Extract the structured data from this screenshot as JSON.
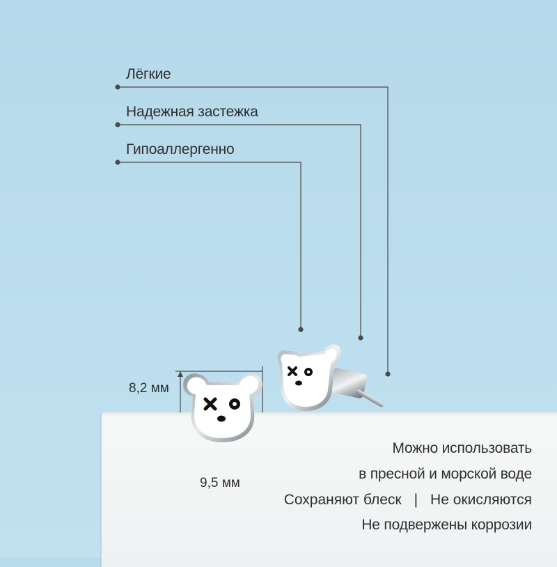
{
  "callouts": {
    "light": "Лёгкие",
    "clasp": "Надежная застежка",
    "hypo": "Гипоаллергенно"
  },
  "dimensions": {
    "height": "8,2 мм",
    "width": "9,5 мм"
  },
  "features": {
    "line1": "Можно использовать",
    "line2": "в пресной и морской воде",
    "shine": "Сохраняют блеск",
    "separator": "|",
    "no_oxidation": "Не окисляются",
    "line4": "Не подвержены коррозии"
  },
  "colors": {
    "background": "#b9dcec",
    "line": "#4a4a4a",
    "pedestal": "#f4f6f7"
  }
}
